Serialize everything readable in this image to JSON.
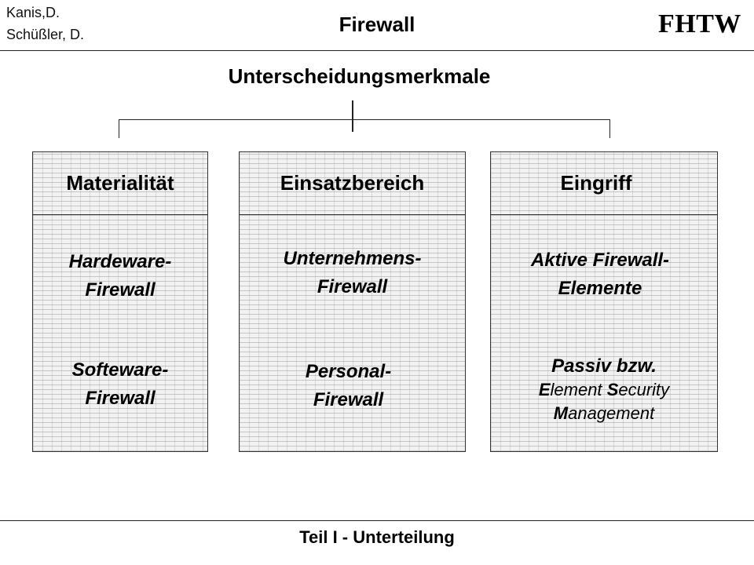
{
  "header": {
    "authors": [
      "Kanis,D.",
      "Schüßler, D."
    ],
    "title": "Firewall",
    "logo_text": "FHTW"
  },
  "diagram": {
    "title": "Unterscheidungsmerkmale",
    "columns": [
      {
        "heading": "Materialität",
        "entries": [
          [
            "Hardeware-",
            "Firewall"
          ],
          [
            "Softeware-",
            "Firewall"
          ]
        ]
      },
      {
        "heading": "Einsatzbereich",
        "entries": [
          [
            "Unternehmens-",
            "Firewall"
          ],
          [
            "Personal-",
            "Firewall"
          ]
        ]
      },
      {
        "heading": "Eingriff",
        "entries": [
          [
            "Aktive Firewall-",
            "Elemente"
          ],
          [
            "Passiv bzw."
          ]
        ],
        "ems": [
          {
            "initial": "E",
            "rest": "lement"
          },
          {
            "initial": "S",
            "rest": "ecurity"
          },
          {
            "initial": "M",
            "rest": "anagement"
          }
        ]
      }
    ]
  },
  "footer": {
    "text": "Teil I - Unterteilung"
  },
  "colors": {
    "box_fill": "#f2f2f2",
    "lines": "#222222"
  }
}
